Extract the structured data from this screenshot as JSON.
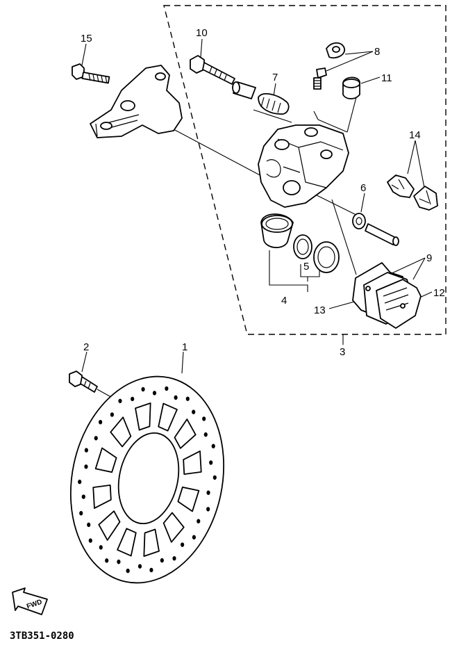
{
  "diagram": {
    "callouts": {
      "disc": "1",
      "disc_bolt": "2",
      "caliper_assembly": "3",
      "piston": "4",
      "piston_seal": "5",
      "pin_boot": "6",
      "caliper_pin_boot": "7",
      "bleed_screw": "8",
      "brake_pads": "9",
      "caliper_bolt": "10",
      "bleed_cap": "11",
      "shim": "12",
      "pad_plate": "13",
      "pad_springs": "14",
      "bracket_bolt": "15"
    },
    "fwd_marker": "FWD",
    "drawing_number": "3TB351-0280"
  }
}
